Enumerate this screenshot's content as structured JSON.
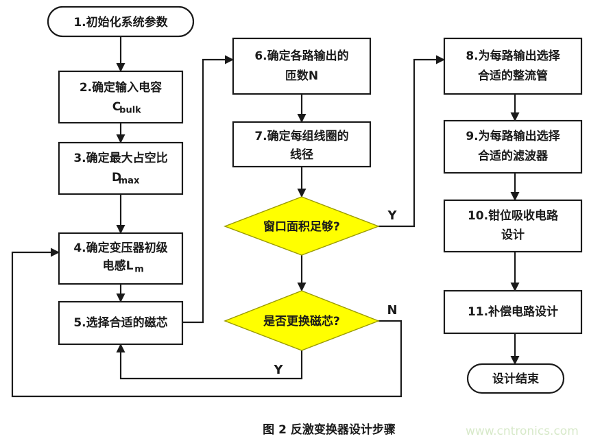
{
  "figure": {
    "caption": "图 2  反激变换器设计步骤",
    "watermark": "www.cntronics.com",
    "colors": {
      "decision_fill": "#ffff00",
      "decision_stroke": "#9a9a00",
      "box_fill": "#ffffff",
      "line": "#1a1a1a",
      "watermark": "#d7e9c9",
      "background": "#ffffff"
    }
  },
  "nodes": {
    "start": {
      "label": "1.初始化系统参数",
      "shape": "terminal"
    },
    "step2": {
      "line1": "2.确定输入电容",
      "line2": "C",
      "sub2": "bulk",
      "shape": "process"
    },
    "step3": {
      "line1": "3.确定最大占空比",
      "line2": "D",
      "sub2": "max",
      "shape": "process"
    },
    "step4": {
      "line1": "4.确定变压器初级",
      "line2": "电感L",
      "sub2": "m",
      "shape": "process"
    },
    "step5": {
      "line1": "5.选择合适的磁芯",
      "shape": "process"
    },
    "step6": {
      "line1": "6.确定各路输出的",
      "line2": "匝数N",
      "shape": "process"
    },
    "step7": {
      "line1": "7.确定每组线圈的",
      "line2": "线径",
      "shape": "process"
    },
    "decision1": {
      "label": "窗口面积足够?",
      "shape": "decision"
    },
    "decision2": {
      "label": "是否更换磁芯?",
      "shape": "decision"
    },
    "step8": {
      "line1": "8.为每路输出选择",
      "line2": "合适的整流管",
      "shape": "process"
    },
    "step9": {
      "line1": "9.为每路输出选择",
      "line2": "合适的滤波器",
      "shape": "process"
    },
    "step10": {
      "line1": "10.钳位吸收电路",
      "line2": "设计",
      "shape": "process"
    },
    "step11": {
      "line1": "11.补偿电路设计",
      "shape": "process"
    },
    "end": {
      "label": "设计结束",
      "shape": "terminal"
    }
  },
  "branch_labels": {
    "d1_yes": "Y",
    "d2_no": "N",
    "d2_yes": "Y"
  }
}
